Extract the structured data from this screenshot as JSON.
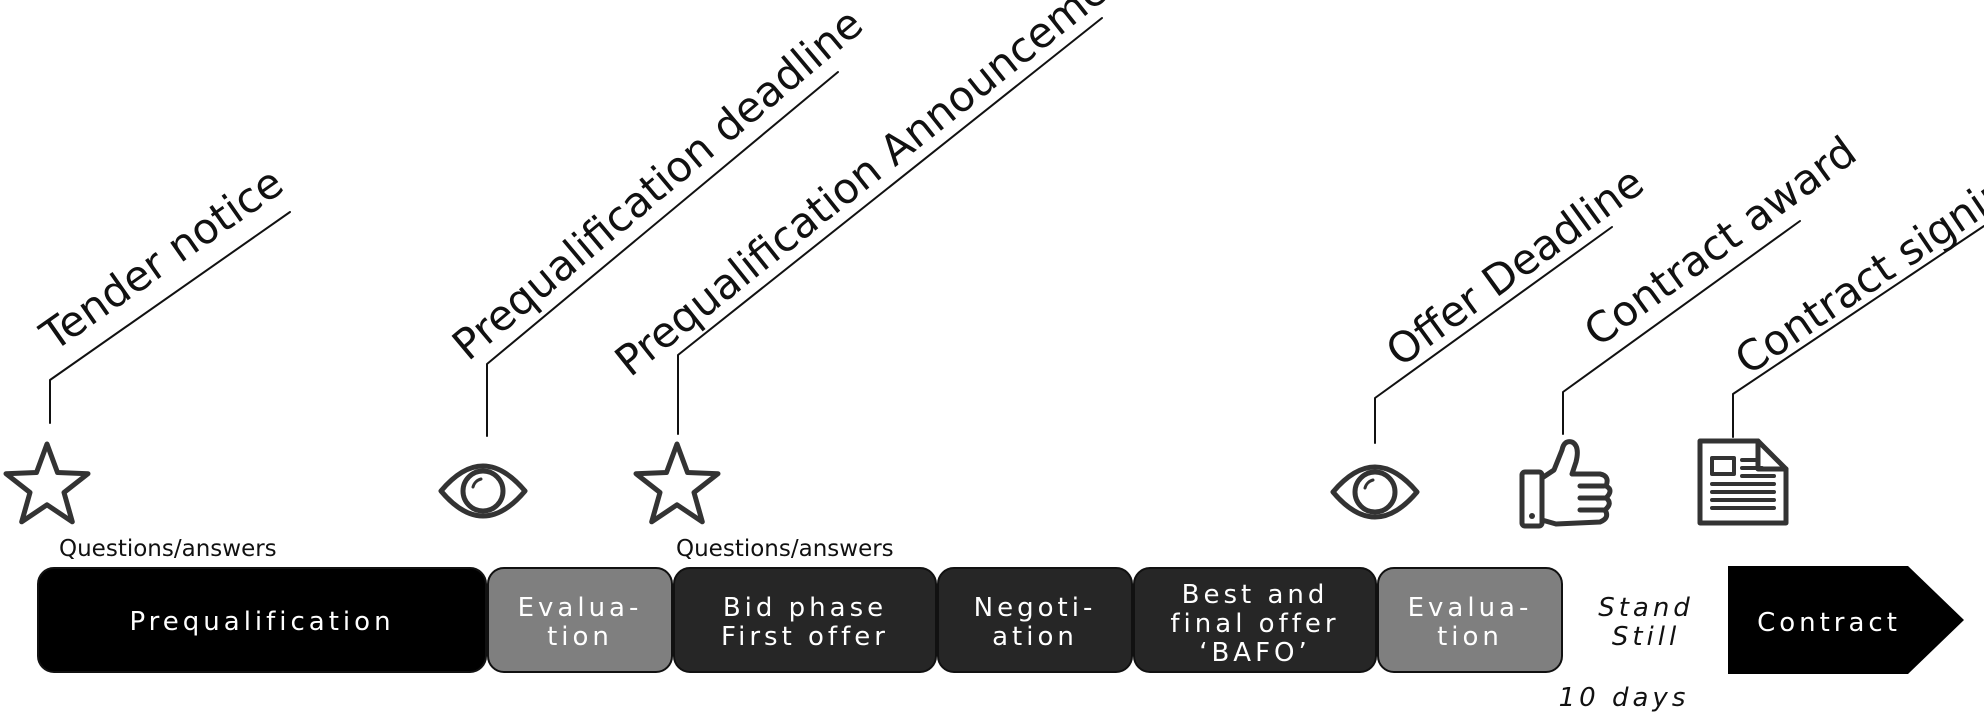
{
  "milestones": [
    {
      "label": "Tender notice",
      "icon": "star-icon"
    },
    {
      "label": "Prequalification deadline",
      "icon": "eye-icon"
    },
    {
      "label": "Prequalification Announcement",
      "icon": "star-icon"
    },
    {
      "label": "Offer Deadline",
      "icon": "eye-icon"
    },
    {
      "label": "Contract award",
      "icon": "thumbs-up-icon"
    },
    {
      "label": "Contract signing",
      "icon": "document-icon"
    }
  ],
  "qa_labels": [
    "Questions/answers",
    "Questions/answers"
  ],
  "phases": [
    {
      "lines": [
        "Prequalification"
      ],
      "color": "#000000"
    },
    {
      "lines": [
        "Evalua-",
        "tion"
      ],
      "color": "#7f7f7f"
    },
    {
      "lines": [
        "Bid phase",
        "First offer"
      ],
      "color": "#262626"
    },
    {
      "lines": [
        "Negoti-",
        "ation"
      ],
      "color": "#262626"
    },
    {
      "lines": [
        "Best and",
        "final offer",
        "‘BAFO’"
      ],
      "color": "#262626"
    },
    {
      "lines": [
        "Evalua-",
        "tion"
      ],
      "color": "#7f7f7f"
    }
  ],
  "standstill": {
    "lines": [
      "Stand",
      "Still"
    ],
    "duration": "10 days"
  },
  "contract": {
    "label": "Contract",
    "color": "#000000"
  }
}
